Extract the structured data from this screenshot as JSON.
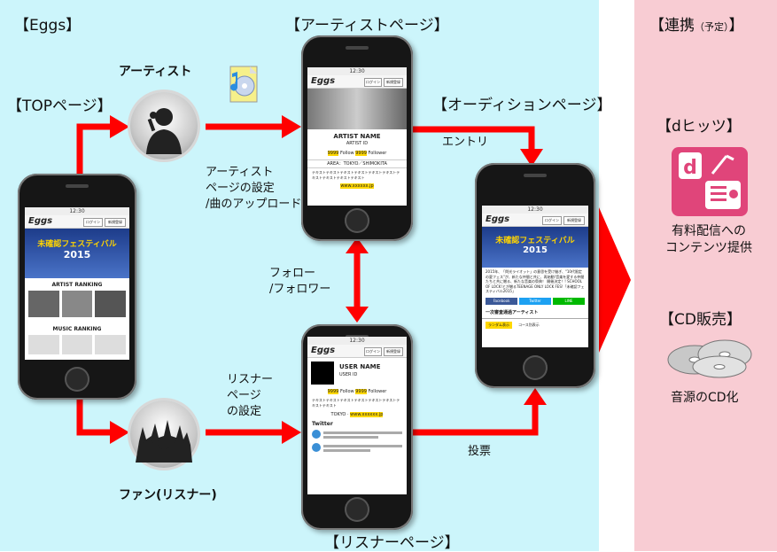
{
  "sections": {
    "eggs": "【Eggs】",
    "artist_page": "【アーティストページ】",
    "top_page": "【TOPページ】",
    "audition_page": "【オーディションページ】",
    "listener_page": "【リスナーページ】",
    "collab": "【連携",
    "collab_planned": "（予定）",
    "collab_close": "】"
  },
  "actors": {
    "artist": "アーティスト",
    "fan": "ファン(リスナー)"
  },
  "arrows": {
    "artist_setup_line1": "アーティスト",
    "artist_setup_line2": "ページの設定",
    "artist_setup_line3": "/曲のアップロード",
    "entry": "エントリ",
    "follow_line1": "フォロー",
    "follow_line2": "/フォロワー",
    "listener_setup_line1": "リスナー",
    "listener_setup_line2": "ページ",
    "listener_setup_line3": "の設定",
    "vote": "投票"
  },
  "partners": {
    "dhits_title": "【dヒッツ】",
    "dhits_desc_line1": "有料配信への",
    "dhits_desc_line2": "コンテンツ提供",
    "cd_title": "【CD販売】",
    "cd_desc": "音源のCD化"
  },
  "phones": {
    "status_time": "12:30",
    "logo": "Eggs",
    "login": "ログイン",
    "register": "新規登録",
    "top": {
      "festival": "未確認フェスティバル",
      "year": "2015",
      "artist_ranking": "ARTIST RANKING",
      "music_ranking": "MUSIC RANKING"
    },
    "artist": {
      "name": "ARTIST NAME",
      "id": "ARTIST ID",
      "follow_count": "9999",
      "follow": "Follow",
      "follower_count": "9999",
      "follower": "Follower",
      "area": "AREA：TOKYO／SHIMOKITA",
      "text": "テキストテキストテキストテキストテキストテキストテキストテキストテキストテキスト",
      "url": "www.xxxxxx.jp"
    },
    "listener": {
      "name": "USER NAME",
      "id": "USER ID",
      "follow_count": "9999",
      "follow": "Follow",
      "follower_count": "9999",
      "follower": "Follower",
      "text": "テキストテキストテキストテキストテキストテキストテキストテキスト",
      "tokyo": "TOKYO",
      "url": "www.xxxxxx.jp",
      "twitter": "Twitter"
    },
    "audition": {
      "festival": "未確認フェスティバル",
      "year": "2015",
      "text": "2015年、「閃光ライオット」の意思を受け継ぎ、\"10代限定の夏フェス\"が、新たな仲間と共に、再始動!音楽を愛する仲間たちと共に贈る、新たな音楽の祭典！ 開催決定！! SCHOOL OF LOCK!とが贈るTEENAGE ONLY LOCK FES!「未確認フェスティバル2015」",
      "facebook": "Facebook",
      "twitter": "Twitter",
      "line": "LINE",
      "section": "一次審査通過アーティスト",
      "random": "ランダム表示",
      "course": "コース別表示"
    }
  },
  "colors": {
    "arrow": "#ff0000",
    "main_bg": "#ccf5fb",
    "side_bg": "#f8ccd3",
    "dhits_icon": "#e0457a"
  }
}
